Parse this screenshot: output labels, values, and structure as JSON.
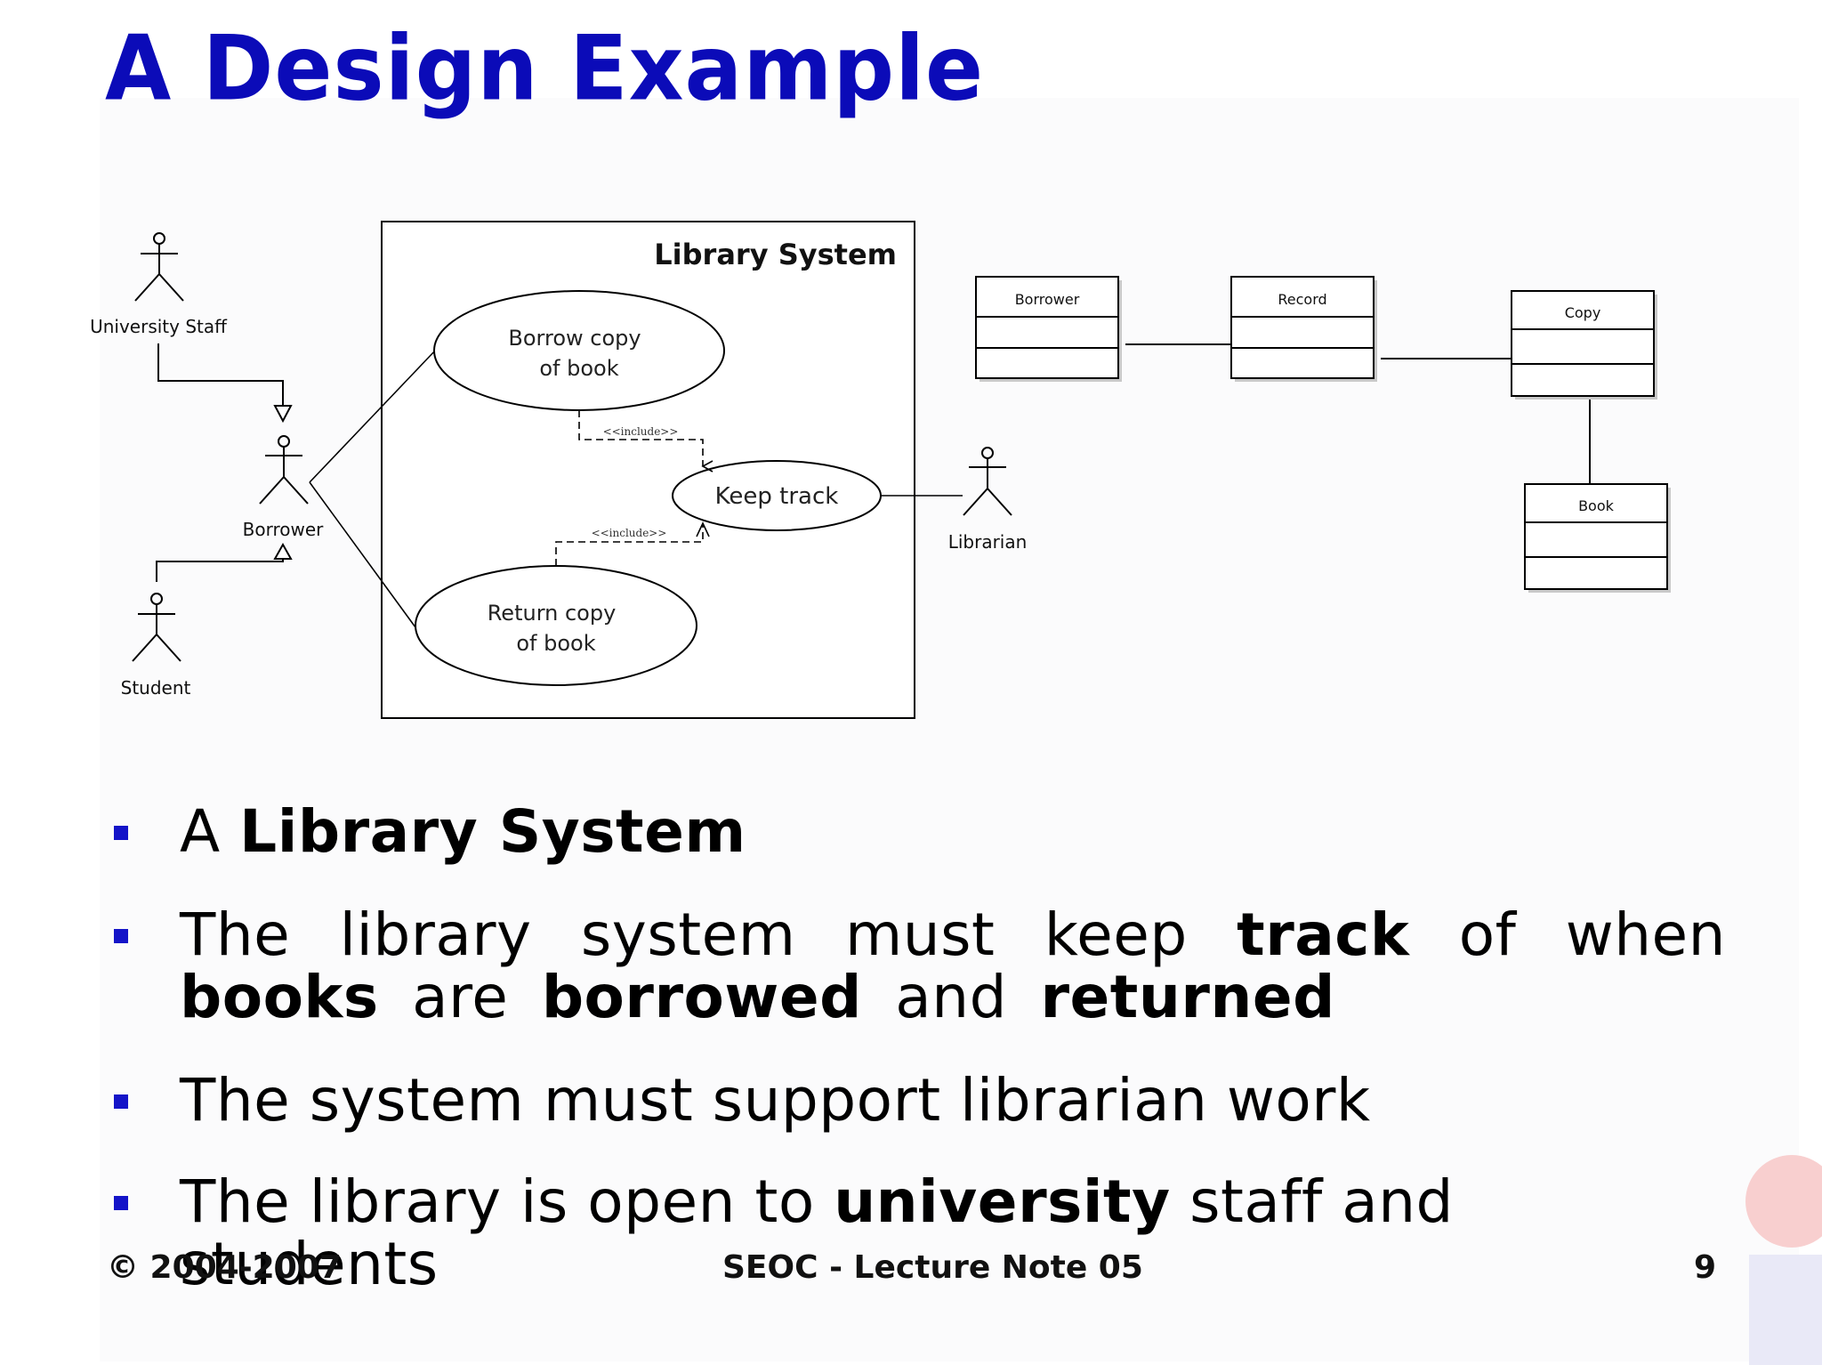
{
  "slide": {
    "title": "A Design Example",
    "footer": {
      "left": "© 2004-2007",
      "center": "SEOC - Lecture Note 05",
      "right": "9"
    }
  },
  "diagram": {
    "system_boundary": "Library System",
    "actors": {
      "university_staff": "University Staff",
      "borrower": "Borrower",
      "student": "Student",
      "librarian": "Librarian"
    },
    "use_cases": {
      "borrow": [
        "Borrow copy",
        "of book"
      ],
      "keep_track": "Keep track",
      "return": [
        "Return copy",
        "of book"
      ]
    },
    "include_label": "<<include>>",
    "classes": {
      "borrower": "Borrower",
      "record": "Record",
      "copy": "Copy",
      "book": "Book"
    }
  },
  "bullets": [
    {
      "parts": [
        {
          "t": "A "
        },
        {
          "t": "Library System",
          "b": true
        }
      ]
    },
    {
      "parts": [
        {
          "t": "The library system must keep "
        },
        {
          "t": "track",
          "b": true
        },
        {
          "t": " of when "
        },
        {
          "t": "books",
          "b": true
        },
        {
          "t": " are "
        },
        {
          "t": "borrowed",
          "b": true
        },
        {
          "t": " and "
        },
        {
          "t": "returned",
          "b": true
        }
      ]
    },
    {
      "parts": [
        {
          "t": "The system must support librarian work"
        }
      ]
    },
    {
      "parts": [
        {
          "t": "The library is open to "
        },
        {
          "t": "university",
          "b": true
        },
        {
          "t": " staff and students"
        }
      ]
    }
  ],
  "colors": {
    "title": "#0b0bb8",
    "bullet_marker": "#1414c8"
  }
}
